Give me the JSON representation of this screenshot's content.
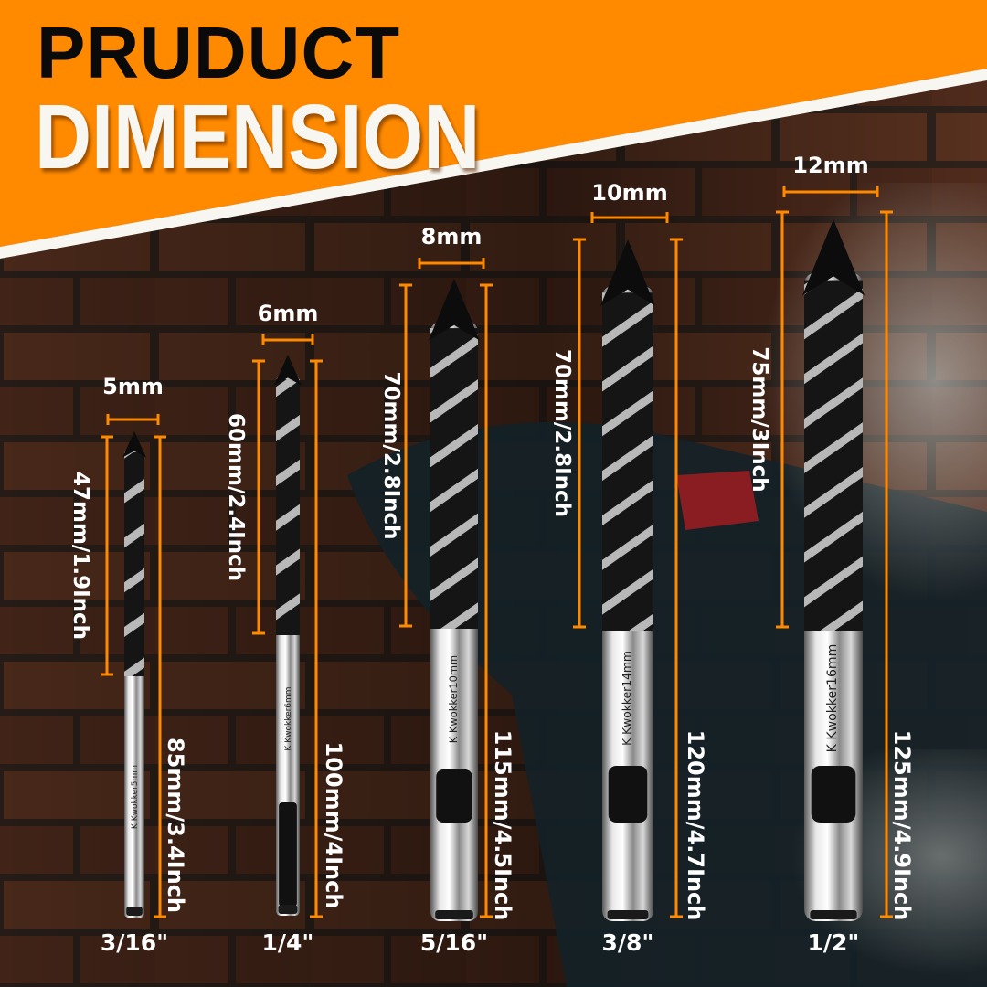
{
  "header": {
    "title_line1": "PRUDUCT",
    "title_line2": "DIMENSION"
  },
  "colors": {
    "accent": "#ff8a00",
    "title_dark": "#0a0a0a",
    "title_light": "#f8f6f0",
    "label_text": "#ffffff"
  },
  "bits": [
    {
      "diameter": "5mm",
      "flute_length": "47mm/1.9Inch",
      "total_length": "85mm/3.4Inch",
      "size_inch": "3/16\"",
      "engraving": "K Kwokker5mm"
    },
    {
      "diameter": "6mm",
      "flute_length": "60mm/2.4Inch",
      "total_length": "100mm/4Inch",
      "size_inch": "1/4\"",
      "engraving": "K Kwokker6mm"
    },
    {
      "diameter": "8mm",
      "flute_length": "70mm/2.8Inch",
      "total_length": "115mm/4.5Inch",
      "size_inch": "5/16\"",
      "engraving": "K Kwokker10mm"
    },
    {
      "diameter": "10mm",
      "flute_length": "70mm/2.8Inch",
      "total_length": "120mm/4.7Inch",
      "size_inch": "3/8\"",
      "engraving": "K Kwokker14mm"
    },
    {
      "diameter": "12mm",
      "flute_length": "75mm/3Inch",
      "total_length": "125mm/4.9Inch",
      "size_inch": "1/2\"",
      "engraving": "K Kwokker16mm"
    }
  ]
}
